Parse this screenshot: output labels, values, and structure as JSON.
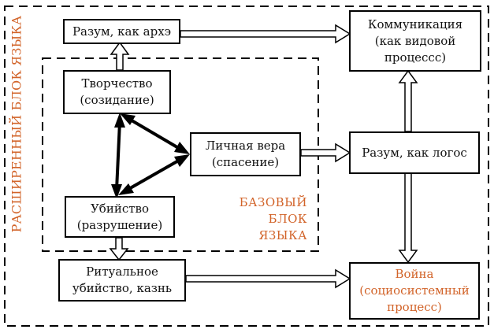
{
  "outer_block_label": "РАСШИРЕННЫЙ БЛОК ЯЗЫКА",
  "inner_block_label": "БАЗОВЫЙ\nБЛОК\nЯЗЫКА",
  "boxes": {
    "reason_arche": "Разум, как архэ",
    "communication": "Коммуникация\n(как видовой\nпроцессс)",
    "creativity": "Творчество\n(созидание)",
    "personal_faith": "Личная вера\n(спасение)",
    "reason_logos": "Разум, как логос",
    "murder": "Убийство\n(разрушение)",
    "ritual_murder": "Ритуальное\nубийство, казнь",
    "war": "Война\n(социосистемный\nпроцесс)"
  },
  "colors": {
    "accent": "#d2642a",
    "stroke": "#000000",
    "background": "#ffffff"
  }
}
